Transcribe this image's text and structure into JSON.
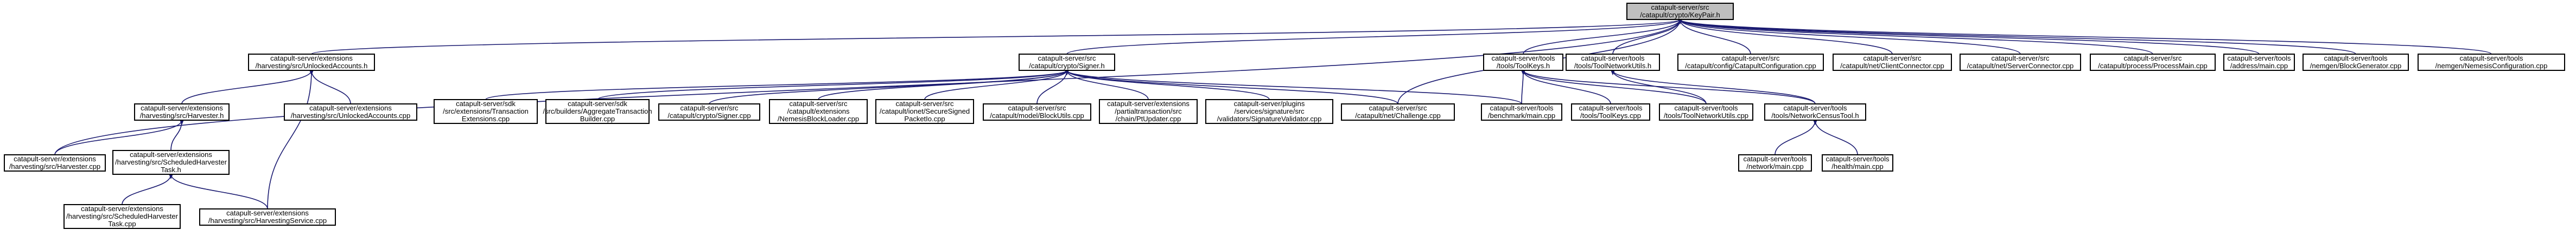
{
  "graph": {
    "root": "n_root",
    "colors": {
      "edge": "#191970",
      "root_fill": "#bfbfbf",
      "node_fill": "#ffffff",
      "border": "#000000"
    },
    "nodes": [
      {
        "id": "n_root",
        "lines": [
          "catapult-server/src",
          "/catapult/crypto/KeyPair.h"
        ]
      },
      {
        "id": "n_unlocked_h",
        "lines": [
          "catapult-server/extensions",
          "/harvesting/src/UnlockedAccounts.h"
        ]
      },
      {
        "id": "n_signer_h",
        "lines": [
          "catapult-server/src",
          "/catapult/crypto/Signer.h"
        ]
      },
      {
        "id": "n_toolkeys_h",
        "lines": [
          "catapult-server/tools",
          "/tools/ToolKeys.h"
        ]
      },
      {
        "id": "n_toolnet_h",
        "lines": [
          "catapult-server/tools",
          "/tools/ToolNetworkUtils.h"
        ]
      },
      {
        "id": "n_catcfg",
        "lines": [
          "catapult-server/src",
          "/catapult/config/CatapultConfiguration.cpp"
        ]
      },
      {
        "id": "n_clientconn",
        "lines": [
          "catapult-server/src",
          "/catapult/net/ClientConnector.cpp"
        ]
      },
      {
        "id": "n_serverconn",
        "lines": [
          "catapult-server/src",
          "/catapult/net/ServerConnector.cpp"
        ]
      },
      {
        "id": "n_procmain",
        "lines": [
          "catapult-server/src",
          "/catapult/process/ProcessMain.cpp"
        ]
      },
      {
        "id": "n_addrmain",
        "lines": [
          "catapult-server/tools",
          "/address/main.cpp"
        ]
      },
      {
        "id": "n_blockgen",
        "lines": [
          "catapult-server/tools",
          "/nemgen/BlockGenerator.cpp"
        ]
      },
      {
        "id": "n_nemcfg",
        "lines": [
          "catapult-server/tools",
          "/nemgen/NemesisConfiguration.cpp"
        ]
      },
      {
        "id": "n_harvester_h",
        "lines": [
          "catapult-server/extensions",
          "/harvesting/src/Harvester.h"
        ]
      },
      {
        "id": "n_unlocked_cpp",
        "lines": [
          "catapult-server/extensions",
          "/harvesting/src/UnlockedAccounts.cpp"
        ]
      },
      {
        "id": "n_sdk_tx",
        "lines": [
          "catapult-server/sdk",
          "/src/extensions/Transaction",
          "Extensions.cpp"
        ]
      },
      {
        "id": "n_sdk_agg",
        "lines": [
          "catapult-server/sdk",
          "/src/builders/AggregateTransaction",
          "Builder.cpp"
        ]
      },
      {
        "id": "n_signer_cpp",
        "lines": [
          "catapult-server/src",
          "/catapult/crypto/Signer.cpp"
        ]
      },
      {
        "id": "n_nemloader",
        "lines": [
          "catapult-server/src",
          "/catapult/extensions",
          "/NemesisBlockLoader.cpp"
        ]
      },
      {
        "id": "n_ionet",
        "lines": [
          "catapult-server/src",
          "/catapult/ionet/SecureSigned",
          "PacketIo.cpp"
        ]
      },
      {
        "id": "n_blockutils",
        "lines": [
          "catapult-server/src",
          "/catapult/model/BlockUtils.cpp"
        ]
      },
      {
        "id": "n_ptupdater",
        "lines": [
          "catapult-server/extensions",
          "/partialtransaction/src",
          "/chain/PtUpdater.cpp"
        ]
      },
      {
        "id": "n_sigvalidator",
        "lines": [
          "catapult-server/plugins",
          "/services/signature/src",
          "/validators/SignatureValidator.cpp"
        ]
      },
      {
        "id": "n_challenge",
        "lines": [
          "catapult-server/src",
          "/catapult/net/Challenge.cpp"
        ]
      },
      {
        "id": "n_benchmark",
        "lines": [
          "catapult-server/tools",
          "/benchmark/main.cpp"
        ]
      },
      {
        "id": "n_toolkeys_cpp",
        "lines": [
          "catapult-server/tools",
          "/tools/ToolKeys.cpp"
        ]
      },
      {
        "id": "n_toolnet_cpp",
        "lines": [
          "catapult-server/tools",
          "/tools/ToolNetworkUtils.cpp"
        ]
      },
      {
        "id": "n_census_h",
        "lines": [
          "catapult-server/tools",
          "/tools/NetworkCensusTool.h"
        ]
      },
      {
        "id": "n_harvester_cpp",
        "lines": [
          "catapult-server/extensions",
          "/harvesting/src/Harvester.cpp"
        ]
      },
      {
        "id": "n_sched_h",
        "lines": [
          "catapult-server/extensions",
          "/harvesting/src/ScheduledHarvester",
          "Task.h"
        ]
      },
      {
        "id": "n_sched_cpp",
        "lines": [
          "catapult-server/extensions",
          "/harvesting/src/ScheduledHarvester",
          "Task.cpp"
        ]
      },
      {
        "id": "n_hservice",
        "lines": [
          "catapult-server/extensions",
          "/harvesting/src/HarvestingService.cpp"
        ]
      },
      {
        "id": "n_network_main",
        "lines": [
          "catapult-server/tools",
          "/network/main.cpp"
        ]
      },
      {
        "id": "n_health_main",
        "lines": [
          "catapult-server/tools",
          "/health/main.cpp"
        ]
      }
    ],
    "edges": [
      [
        "n_root",
        "n_unlocked_h"
      ],
      [
        "n_root",
        "n_signer_h"
      ],
      [
        "n_root",
        "n_toolkeys_h"
      ],
      [
        "n_root",
        "n_toolnet_h"
      ],
      [
        "n_root",
        "n_catcfg"
      ],
      [
        "n_root",
        "n_clientconn"
      ],
      [
        "n_root",
        "n_serverconn"
      ],
      [
        "n_root",
        "n_procmain"
      ],
      [
        "n_root",
        "n_addrmain"
      ],
      [
        "n_root",
        "n_blockgen"
      ],
      [
        "n_root",
        "n_nemcfg"
      ],
      [
        "n_root",
        "n_harvester_cpp"
      ],
      [
        "n_root",
        "n_challenge"
      ],
      [
        "n_unlocked_h",
        "n_harvester_h"
      ],
      [
        "n_unlocked_h",
        "n_unlocked_cpp"
      ],
      [
        "n_unlocked_h",
        "n_hservice"
      ],
      [
        "n_signer_h",
        "n_sdk_tx"
      ],
      [
        "n_signer_h",
        "n_sdk_agg"
      ],
      [
        "n_signer_h",
        "n_signer_cpp"
      ],
      [
        "n_signer_h",
        "n_nemloader"
      ],
      [
        "n_signer_h",
        "n_ionet"
      ],
      [
        "n_signer_h",
        "n_blockutils"
      ],
      [
        "n_signer_h",
        "n_ptupdater"
      ],
      [
        "n_signer_h",
        "n_sigvalidator"
      ],
      [
        "n_signer_h",
        "n_challenge"
      ],
      [
        "n_signer_h",
        "n_benchmark"
      ],
      [
        "n_toolkeys_h",
        "n_benchmark"
      ],
      [
        "n_toolkeys_h",
        "n_toolkeys_cpp"
      ],
      [
        "n_toolkeys_h",
        "n_toolnet_cpp"
      ],
      [
        "n_toolkeys_h",
        "n_census_h"
      ],
      [
        "n_toolnet_h",
        "n_toolnet_cpp"
      ],
      [
        "n_toolnet_h",
        "n_census_h"
      ],
      [
        "n_harvester_h",
        "n_harvester_cpp"
      ],
      [
        "n_harvester_h",
        "n_sched_h"
      ],
      [
        "n_sched_h",
        "n_sched_cpp"
      ],
      [
        "n_sched_h",
        "n_hservice"
      ],
      [
        "n_census_h",
        "n_network_main"
      ],
      [
        "n_census_h",
        "n_health_main"
      ]
    ]
  }
}
